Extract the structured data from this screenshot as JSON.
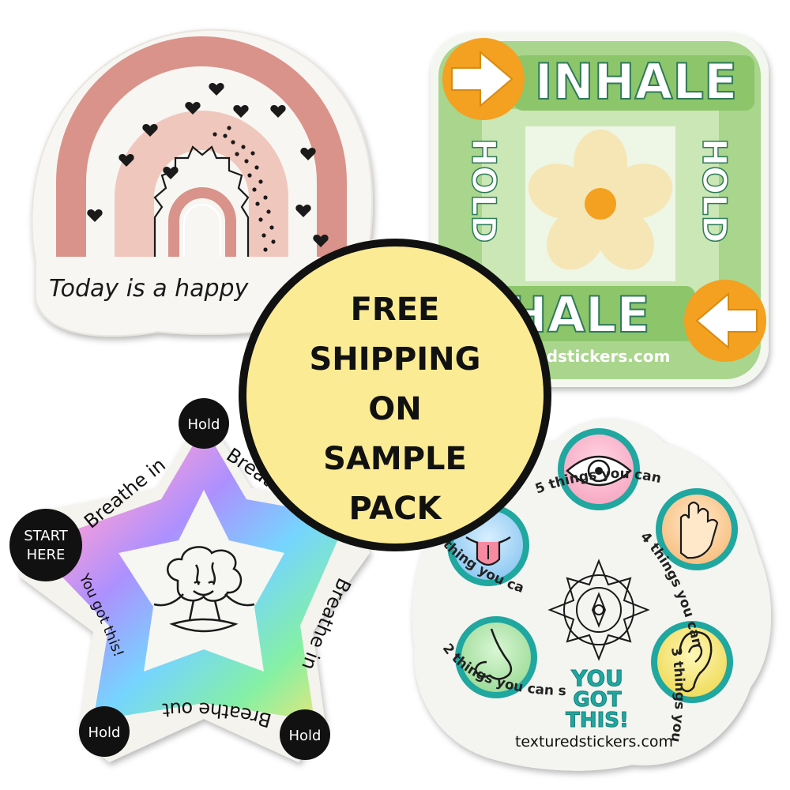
{
  "rainbow_sticker": {
    "text": "Today  is a happy"
  },
  "breathing_square_sticker": {
    "inhale": "INHALE",
    "exhale": "XHALE",
    "hold_left": "HOLD",
    "hold_right": "HOLD",
    "website": "dstickers.com",
    "colors": {
      "green": "#94c86d",
      "light_green": "#c7e3b0",
      "orange": "#f5a623"
    }
  },
  "badge": {
    "lines": [
      "FREE",
      "SHIPPING",
      "ON",
      "SAMPLE",
      "PACK"
    ],
    "colors": {
      "fill": "#fbeb94",
      "border": "#111111"
    }
  },
  "star_sticker": {
    "hold_top": "Hold",
    "start_line1": "START",
    "start_line2": "HERE",
    "hold_bottom_left": "Hold",
    "hold_bottom_right": "Hold",
    "breathe_in_1": "Breathe in",
    "breathe_out_1": "Breathe ou",
    "breathe_in_2": "Breathe in",
    "breathe_out_2": "Breathe out",
    "you_got_this": "You got this!"
  },
  "grounding_sticker": {
    "see": "5 things you can see",
    "touch": "4 things you can touch",
    "hear": "3 things you can hear",
    "smell": "2 things you can smell",
    "taste": "thing you can taste",
    "you": "YOU",
    "got": "GOT",
    "this": "THIS!",
    "website": "texturedstickers.com",
    "colors": {
      "teal": "#1fa7a0"
    }
  }
}
